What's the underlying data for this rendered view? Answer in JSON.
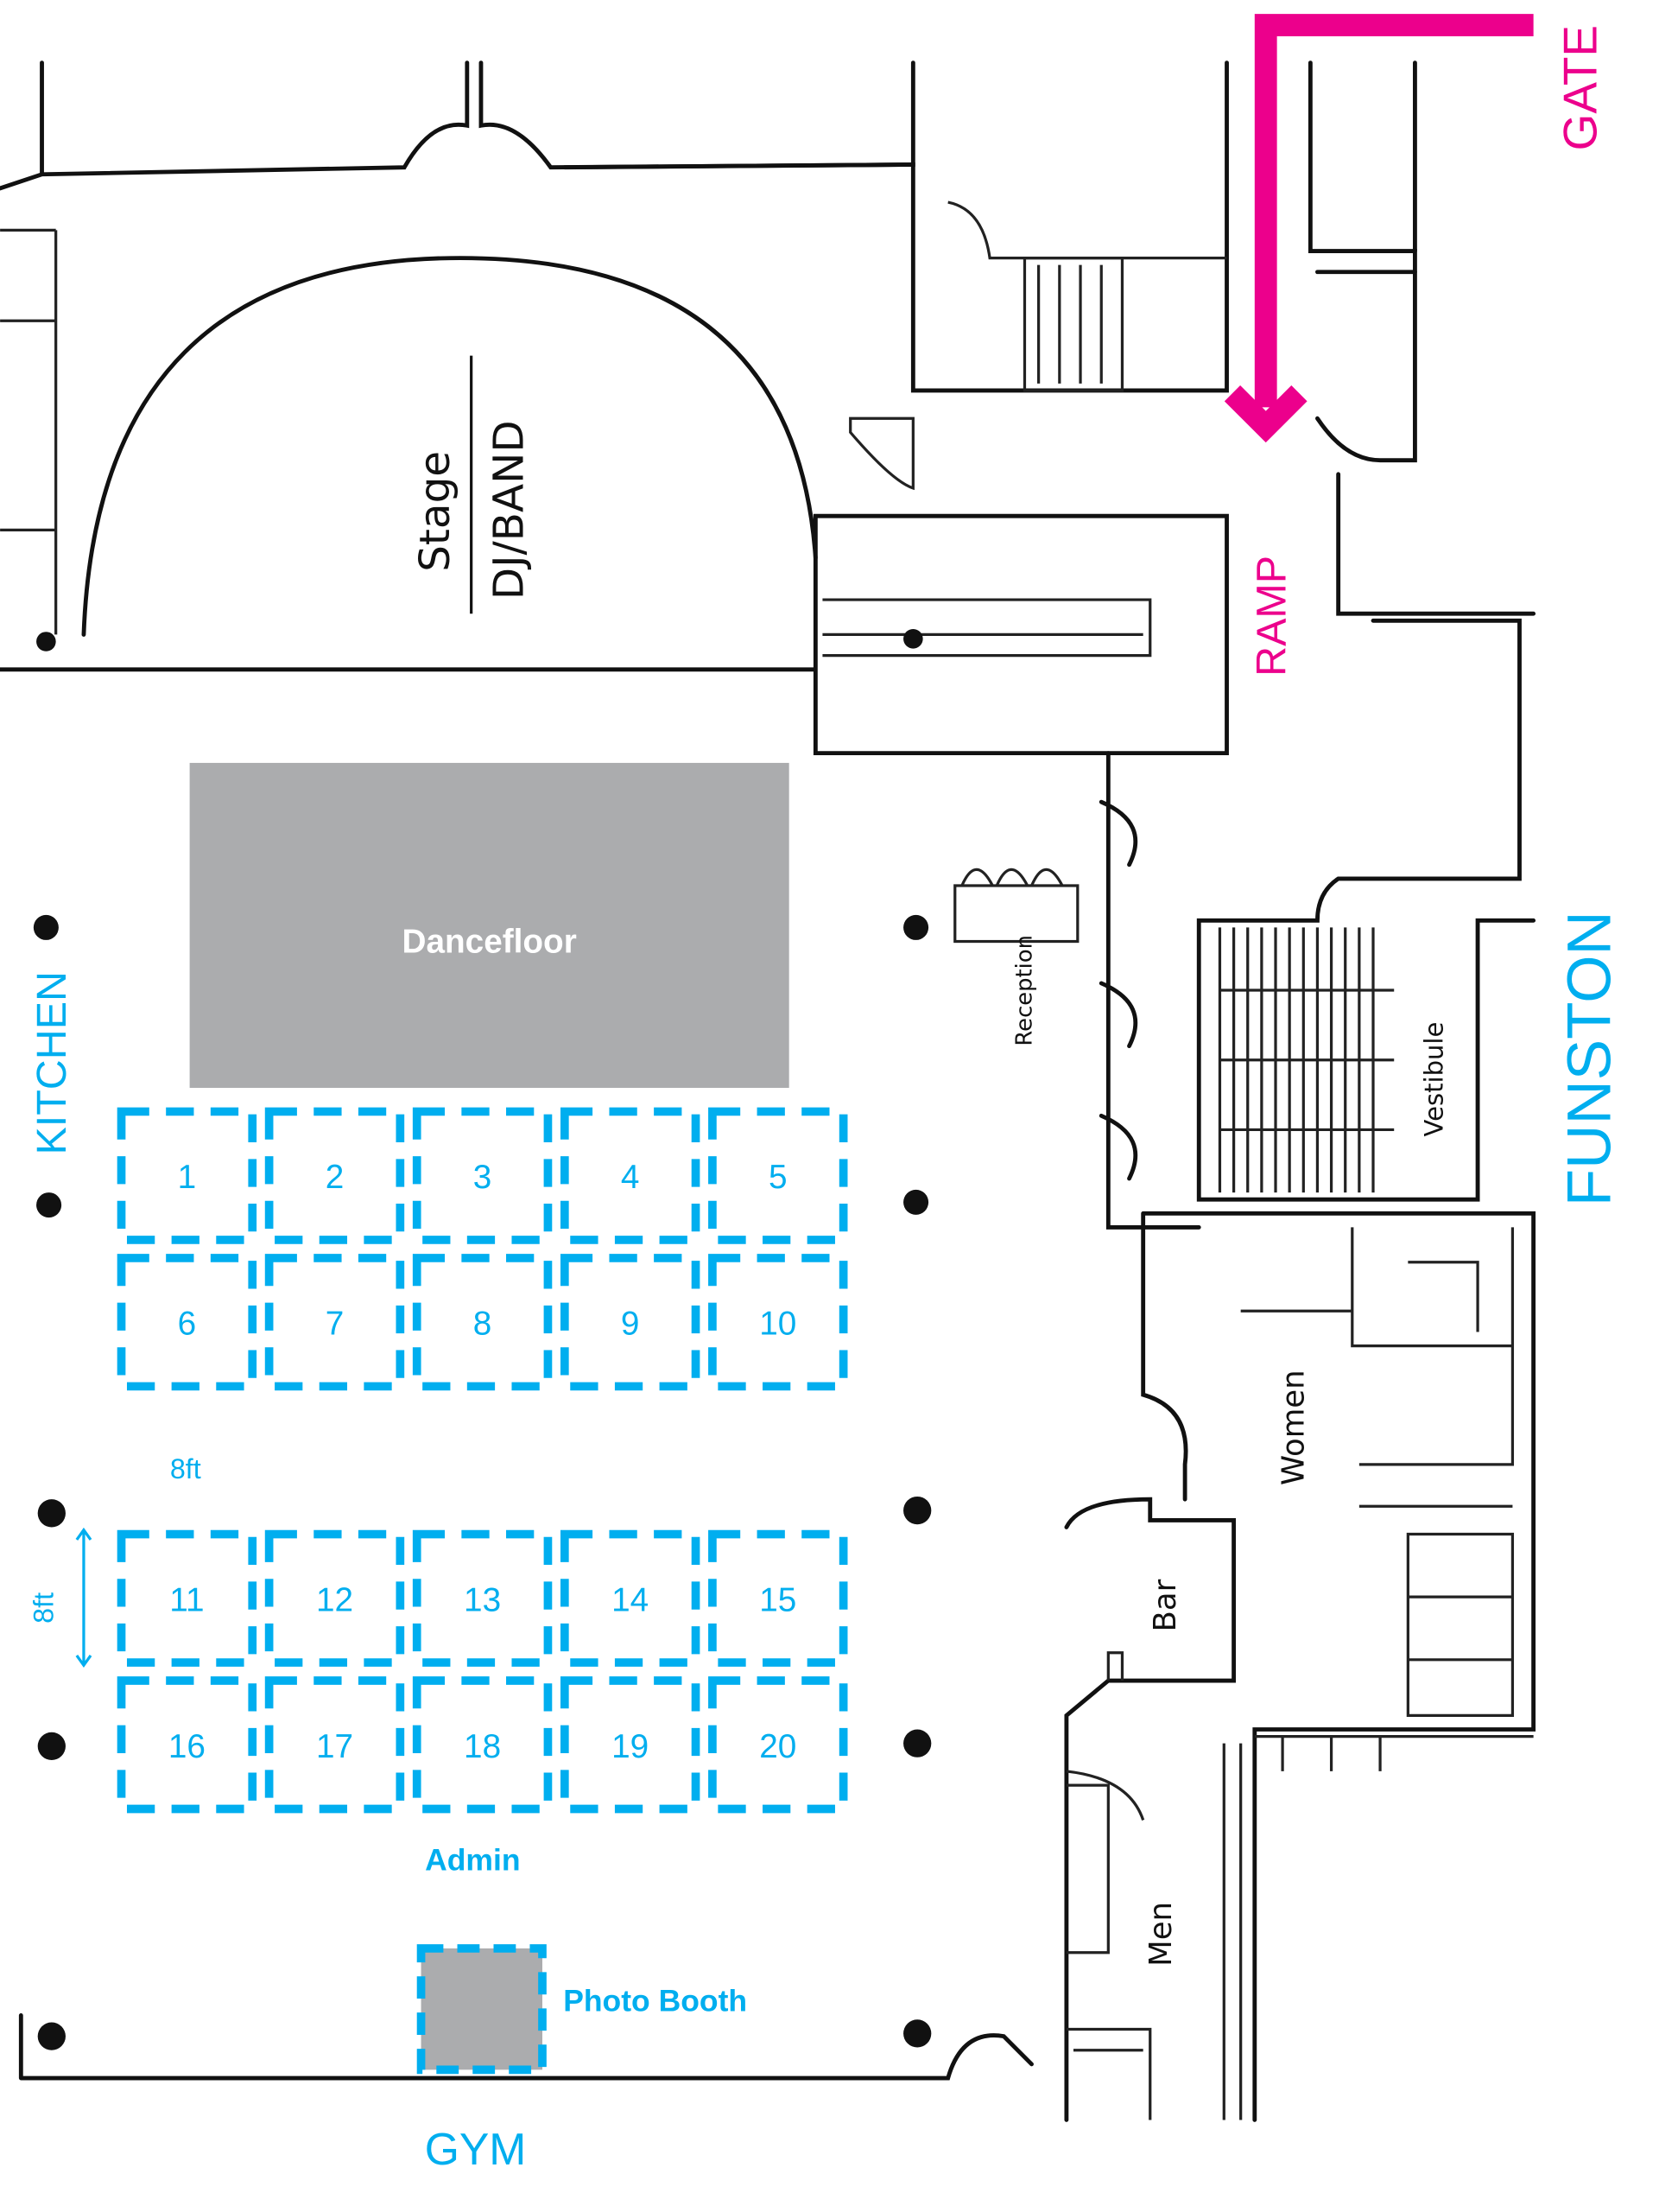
{
  "colors": {
    "accent_blue": "#00aeef",
    "accent_pink": "#ec008c",
    "fill_gray": "#abacae"
  },
  "labels": {
    "gate": "GATE",
    "ramp": "RAMP",
    "funston": "FUNSTON",
    "kitchen": "KITCHEN",
    "gym": "GYM",
    "dancefloor": "Dancefloor",
    "admin": "Admin",
    "photo_booth": "Photo Booth",
    "dim_width": "8ft",
    "dim_height": "8ft"
  },
  "plan_labels": {
    "stage": "Stage",
    "dj_band": "DJ/BAND",
    "reception": "Reception",
    "vestibule": "Vestibule",
    "women": "Women",
    "bar": "Bar",
    "men": "Men"
  },
  "tables": [
    "1",
    "2",
    "3",
    "4",
    "5",
    "6",
    "7",
    "8",
    "9",
    "10",
    "11",
    "12",
    "13",
    "14",
    "15",
    "16",
    "17",
    "18",
    "19",
    "20"
  ]
}
